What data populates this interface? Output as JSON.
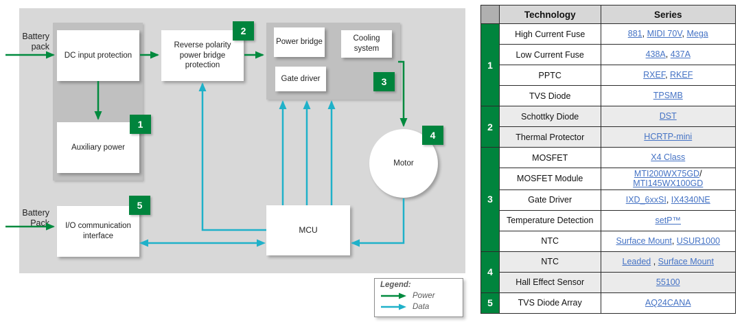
{
  "diagram": {
    "labels": {
      "battery_pack_top": "Battery pack",
      "battery_pack_bottom": "Battery Pack"
    },
    "boxes": {
      "dc_input": "DC input protection",
      "aux_power": "Auxiliary power",
      "reverse_polarity": "Reverse polarity power bridge protection",
      "power_bridge": "Power bridge",
      "cooling_system": "Cooling system",
      "gate_driver": "Gate driver",
      "motor": "Motor",
      "mcu": "MCU",
      "io_interface": "I/O communication interface"
    },
    "badges": [
      "1",
      "2",
      "3",
      "4",
      "5"
    ],
    "colors": {
      "power": "#008a3e",
      "data": "#1fb1c9",
      "badge_green": "#00843d",
      "link_blue": "#4472c4"
    }
  },
  "legend": {
    "title": "Legend:",
    "power_label": "Power",
    "data_label": "Data"
  },
  "table": {
    "headers": {
      "technology": "Technology",
      "series": "Series"
    },
    "groups": [
      {
        "number": "1",
        "shaded": false,
        "rows": [
          {
            "technology": "High Current Fuse",
            "series": [
              {
                "text": "881",
                "link": true
              },
              {
                "text": ", "
              },
              {
                "text": "MIDI 70V",
                "link": true
              },
              {
                "text": ", "
              },
              {
                "text": "Mega",
                "link": true
              }
            ]
          },
          {
            "technology": "Low Current Fuse",
            "series": [
              {
                "text": "438A",
                "link": true
              },
              {
                "text": ", "
              },
              {
                "text": "437A",
                "link": true
              }
            ]
          },
          {
            "technology": "PPTC",
            "series": [
              {
                "text": "RXEF",
                "link": true
              },
              {
                "text": ", "
              },
              {
                "text": "RKEF",
                "link": true
              }
            ]
          },
          {
            "technology": "TVS Diode",
            "series": [
              {
                "text": "TPSMB",
                "link": true
              }
            ]
          }
        ]
      },
      {
        "number": "2",
        "shaded": true,
        "rows": [
          {
            "technology": "Schottky Diode",
            "series": [
              {
                "text": "DST",
                "link": true
              }
            ]
          },
          {
            "technology": "Thermal Protector",
            "series": [
              {
                "text": "HCRTP-mini",
                "link": true
              }
            ]
          }
        ]
      },
      {
        "number": "3",
        "shaded": false,
        "rows": [
          {
            "technology": "MOSFET",
            "series": [
              {
                "text": "X4 Class",
                "link": true
              }
            ]
          },
          {
            "technology": "MOSFET Module",
            "series": [
              {
                "text": "MTI200WX75GD",
                "link": true
              },
              {
                "text": "/"
              },
              {
                "br": true
              },
              {
                "text": "MTI145WX100GD",
                "link": true
              }
            ]
          },
          {
            "technology": "Gate Driver",
            "series": [
              {
                "text": "IXD_6xxSI",
                "link": true
              },
              {
                "text": ", "
              },
              {
                "text": "IX4340NE",
                "link": true
              }
            ]
          },
          {
            "technology": "Temperature Detection",
            "series": [
              {
                "text": "setP™",
                "link": true
              }
            ]
          },
          {
            "technology": "NTC",
            "series": [
              {
                "text": "Surface Mount",
                "link": true
              },
              {
                "text": ", "
              },
              {
                "text": "USUR1000",
                "link": true
              }
            ]
          }
        ]
      },
      {
        "number": "4",
        "shaded": true,
        "rows": [
          {
            "technology": "NTC",
            "series": [
              {
                "text": "Leaded",
                "link": true
              },
              {
                "text": " , "
              },
              {
                "text": "Surface Mount",
                "link": true
              }
            ]
          },
          {
            "technology": "Hall Effect Sensor",
            "series": [
              {
                "text": "55100",
                "link": true
              }
            ]
          }
        ]
      },
      {
        "number": "5",
        "shaded": false,
        "rows": [
          {
            "technology": "TVS Diode Array",
            "series": [
              {
                "text": "AQ24CANA",
                "link": true
              }
            ]
          }
        ]
      }
    ]
  }
}
